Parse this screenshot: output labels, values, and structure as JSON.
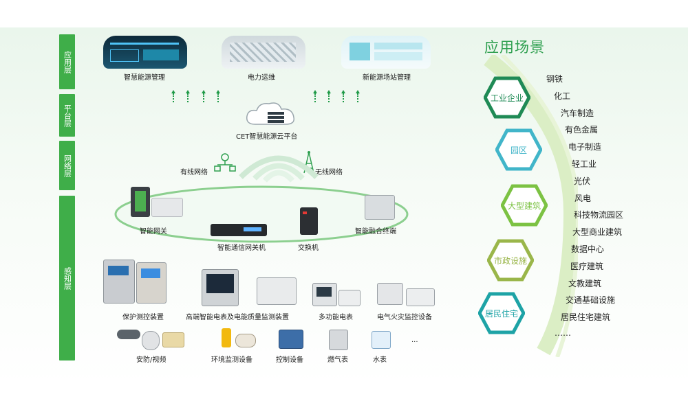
{
  "layers": [
    "应用层",
    "平台层",
    "网络层",
    "感知层"
  ],
  "apps": [
    "智慧能源管理",
    "电力运维",
    "新能源场站管理"
  ],
  "platform": "CET智慧能源云平台",
  "network": {
    "wired": "有线网络",
    "wireless": "无线网络",
    "devices": [
      "智能网关",
      "智能通信网关机",
      "交换机",
      "智能融合终端"
    ]
  },
  "sensing": {
    "row1": [
      "保护测控装置",
      "高端智能电表及电能质量监测装置",
      "多功能电表",
      "电气火灾监控设备"
    ],
    "row2": [
      "安防/视频",
      "环境监测设备",
      "控制设备",
      "燃气表",
      "水表"
    ],
    "more": "..."
  },
  "scenes": {
    "title": "应用场景",
    "hexes": [
      "工业企业",
      "园区",
      "大型建筑",
      "市政设施",
      "居民住宅"
    ],
    "colors": [
      "#1f8a55",
      "#41b5c9",
      "#7cc243",
      "#9ab64a",
      "#1ea3a6"
    ],
    "industries": [
      "钢铁",
      "化工",
      "汽车制造",
      "有色金属",
      "电子制造",
      "轻工业",
      "光伏",
      "风电",
      "科技物流园区",
      "大型商业建筑",
      "数据中心",
      "医疗建筑",
      "文教建筑",
      "交通基础设施",
      "居民住宅建筑",
      "……"
    ]
  }
}
